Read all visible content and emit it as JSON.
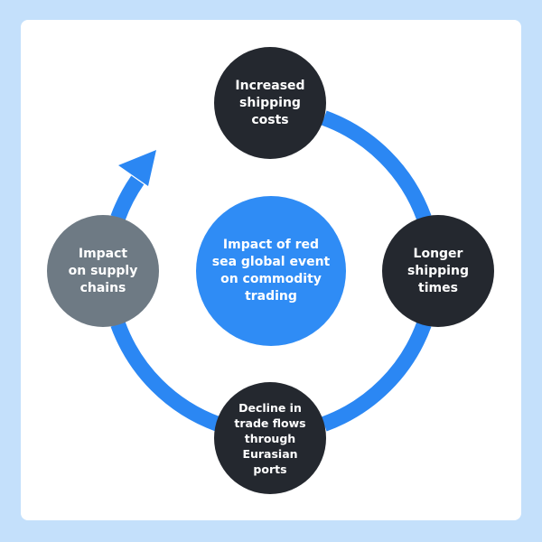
{
  "diagram": {
    "center": {
      "label": "Impact of red\nsea global event\non commodity\ntrading"
    },
    "nodes": {
      "top": {
        "label": "Increased\nshipping\ncosts"
      },
      "right": {
        "label": "Longer\nshipping\ntimes"
      },
      "bottom": {
        "label": "Decline in\ntrade flows\nthrough\nEurasian\nports"
      },
      "left": {
        "label": "Impact\non supply\nchains"
      }
    },
    "colors": {
      "background": "#c4e0fb",
      "card": "#ffffff",
      "arc": "#2b87f3",
      "center": "#2f8cf5",
      "node_dark": "#24282f",
      "node_gray": "#6e7a84"
    }
  }
}
